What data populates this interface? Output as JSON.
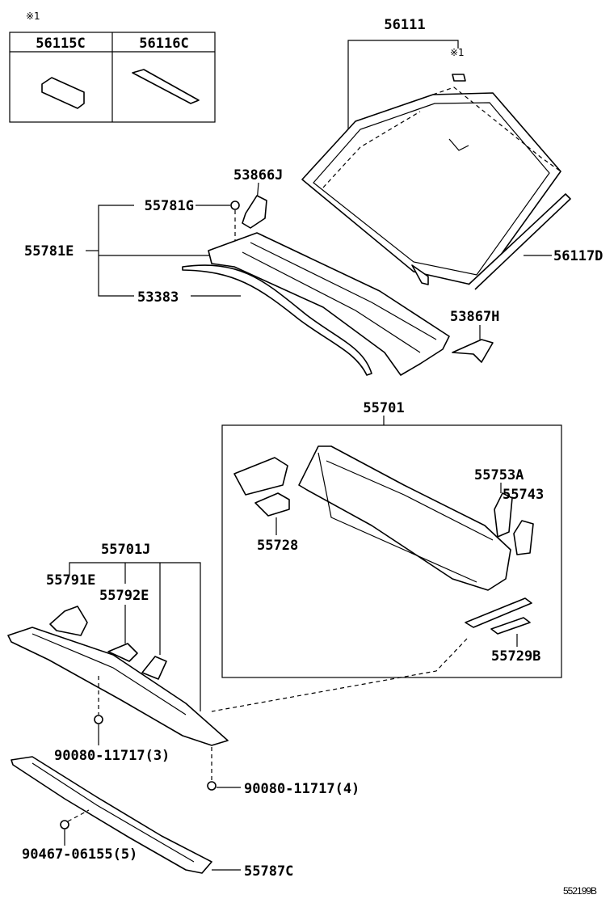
{
  "note_mark": "※1",
  "inset": {
    "note": "※1",
    "parts": [
      "56115C",
      "56116C"
    ]
  },
  "labels": {
    "windshield": "56111",
    "windshield_note": "※1",
    "bracket_left": "53866J",
    "clip": "55781G",
    "cowl_louver": "55781E",
    "seal": "53383",
    "moulding": "56117D",
    "bracket_right": "53867H",
    "cowl_panel": "55701",
    "brace_a": "55753A",
    "brace_b": "55743",
    "bracket_55728": "55728",
    "cowl_inner": "55701J",
    "reinf_e": "55791E",
    "reinf_792": "55792E",
    "bracket_b": "55729B",
    "bolt_3": "90080-11717(3)",
    "bolt_4": "90080-11717(4)",
    "clip_5": "90467-06155(5)",
    "lower_panel": "55787C"
  },
  "diagram_code": "552199B"
}
